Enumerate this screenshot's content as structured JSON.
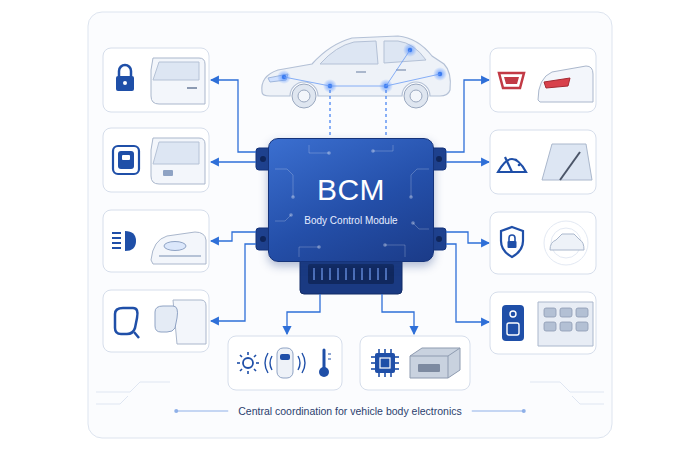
{
  "diagram": {
    "caption": "Central coordination for vehicle body electronics",
    "nodes": [
      {
        "text": [
          "BCM",
          "Body Control Module"
        ]
      }
    ]
  }
}
